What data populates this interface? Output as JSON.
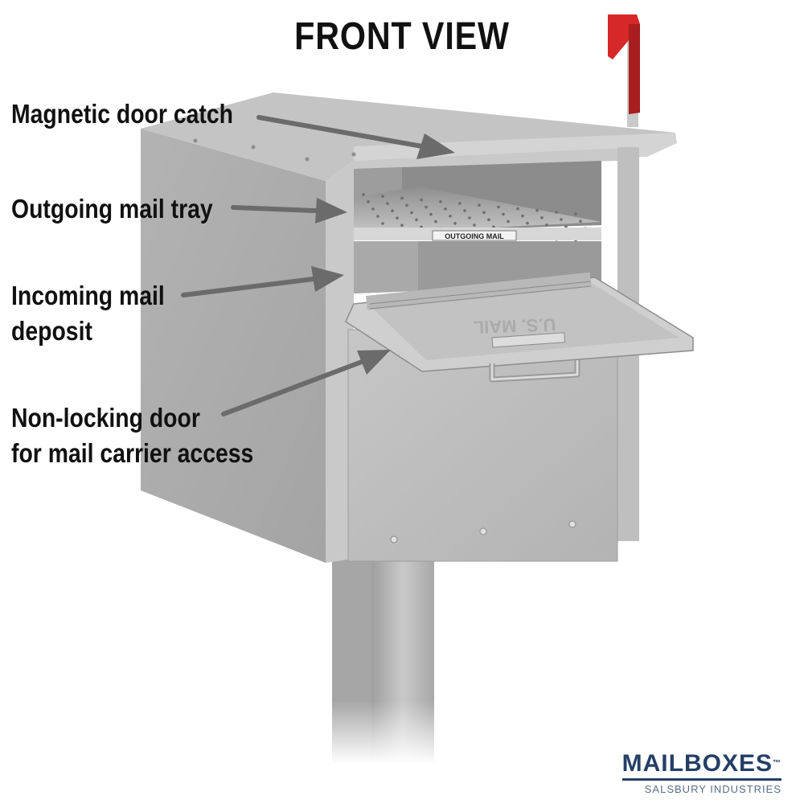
{
  "title": "FRONT VIEW",
  "callouts": [
    {
      "label": "Magnetic door catch"
    },
    {
      "label": "Outgoing mail tray"
    },
    {
      "label": "Incoming mail\ndeposit"
    },
    {
      "label": "Non-locking door\nfor mail carrier access"
    }
  ],
  "tray_tag": "OUTGOING MAIL",
  "door_embossing": "U.S. MAIL",
  "colors": {
    "box_metal": "#bdbdbd",
    "flag": "#d62828",
    "arrow": "#6b6b6b",
    "brand": "#243f66"
  },
  "brand": {
    "name": "MAILBOXES",
    "trademark": "™",
    "subtitle": "SALSBURY INDUSTRIES"
  }
}
